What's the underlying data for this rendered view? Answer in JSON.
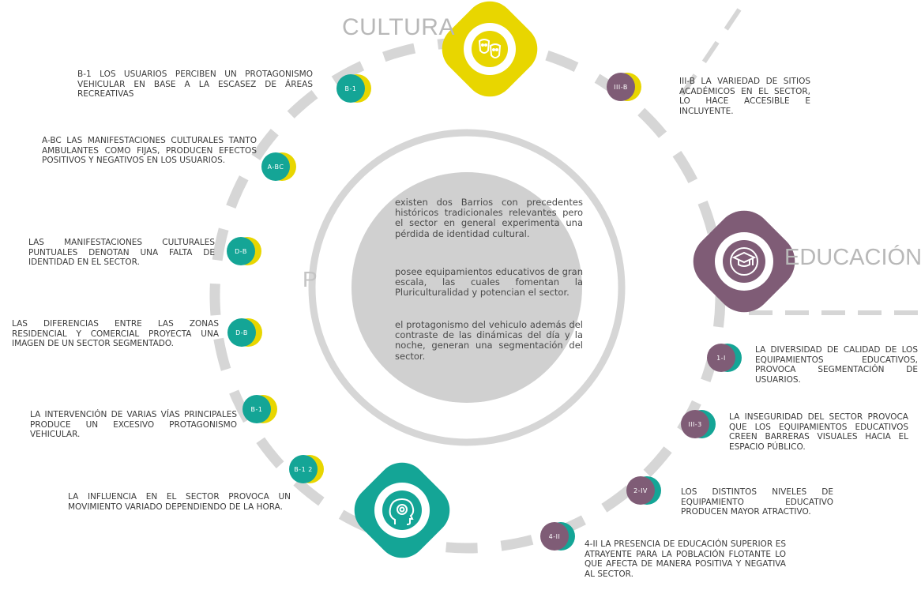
{
  "colors": {
    "yellow": "#e8d600",
    "teal": "#14a596",
    "purple": "#7f5c76",
    "gray_dash": "#d6d6d6",
    "center_fill": "#d0d0d0"
  },
  "titles": {
    "cultura": "CULTURA",
    "educacion": "EDUCACIÓN",
    "partial": "P"
  },
  "hubs": [
    {
      "name": "cultura",
      "icon": "theater-masks-icon",
      "color": "yellow"
    },
    {
      "name": "educacion",
      "icon": "graduation-cap-icon",
      "color": "purple"
    },
    {
      "name": "psicologia",
      "icon": "mind-head-icon",
      "color": "teal"
    }
  ],
  "center": {
    "p1": "existen dos Barrios con precedentes históricos tradicionales relevantes pero el sector en general experimenta una pérdida de identidad cultural.",
    "p2": "posee equipamientos educativos de gran escala, las cuales fomentan la Pluriculturalidad y potencian el sector.",
    "p3": "el protagonismo del vehiculo además del contraste de las dinámicas del día y la noche, generan una segmentación del sector."
  },
  "badges": [
    {
      "label": "B-1",
      "front": "teal",
      "back": "yellow"
    },
    {
      "label": "A-BC",
      "front": "teal",
      "back": "yellow"
    },
    {
      "label": "D-B",
      "front": "teal",
      "back": "yellow"
    },
    {
      "label": "D-B",
      "front": "teal",
      "back": "yellow"
    },
    {
      "label": "B-1",
      "front": "teal",
      "back": "yellow"
    },
    {
      "label": "B-1 2",
      "front": "teal",
      "back": "yellow"
    },
    {
      "label": "III-B",
      "front": "purple",
      "back": "yellow"
    },
    {
      "label": "1-I",
      "front": "purple",
      "back": "teal"
    },
    {
      "label": "III-3",
      "front": "purple",
      "back": "teal"
    },
    {
      "label": "2-IV",
      "front": "purple",
      "back": "teal"
    },
    {
      "label": "4-II",
      "front": "purple",
      "back": "teal"
    }
  ],
  "notes": {
    "n1": "B-1 LOS USUARIOS PERCIBEN UN PROTAGONISMO VEHICULAR EN BASE A LA ESCASEZ DE ÁREAS RECREATIVAS",
    "n2": "A-BC LAS MANIFESTACIONES CULTURALES TANTO AMBULANTES COMO FIJAS, PRODUCEN EFECTOS POSITIVOS Y NEGATIVOS EN LOS USUARIOS.",
    "n3": "LAS MANIFESTACIONES CULTURALES PUNTUALES DENOTAN UNA FALTA DE IDENTIDAD EN EL SECTOR.",
    "n4": "LAS DIFERENCIAS ENTRE LAS ZONAS RESIDENCIAL Y COMERCIAL PROYECTA UNA IMAGEN DE UN SECTOR SEGMENTADO.",
    "n5": "LA INTERVENCIÓN DE VARIAS VÍAS PRINCIPALES PRODUCE UN EXCESIVO PROTAGONISMO VEHICULAR.",
    "n6": "LA INFLUENCIA EN EL SECTOR PROVOCA UN MOVIMIENTO VARIADO DEPENDIENDO DE LA HORA.",
    "n7": "III-B LA VARIEDAD DE SITIOS ACADÉMICOS EN EL SECTOR, LO HACE ACCESIBLE E INCLUYENTE.",
    "n8": "LA DIVERSIDAD DE CALIDAD DE LOS EQUIPAMIENTOS EDUCATIVOS, PROVOCA SEGMENTACIÓN DE USUARIOS.",
    "n9": "LA INSEGURIDAD DEL SECTOR PROVOCA QUE LOS EQUIPAMIENTOS EDUCATIVOS CREEN BARRERAS VISUALES HACIA EL ESPACIO PÚBLICO.",
    "n10": "LOS DISTINTOS NIVELES DE EQUIPAMIENTO EDUCATIVO PRODUCEN MAYOR ATRACTIVO.",
    "n11": "4-II LA PRESENCIA DE EDUCACIÓN SUPERIOR ES ATRAYENTE PARA LA POBLACIÓN FLOTANTE LO QUE AFECTA DE MANERA POSITIVA Y NEGATIVA AL SECTOR."
  }
}
